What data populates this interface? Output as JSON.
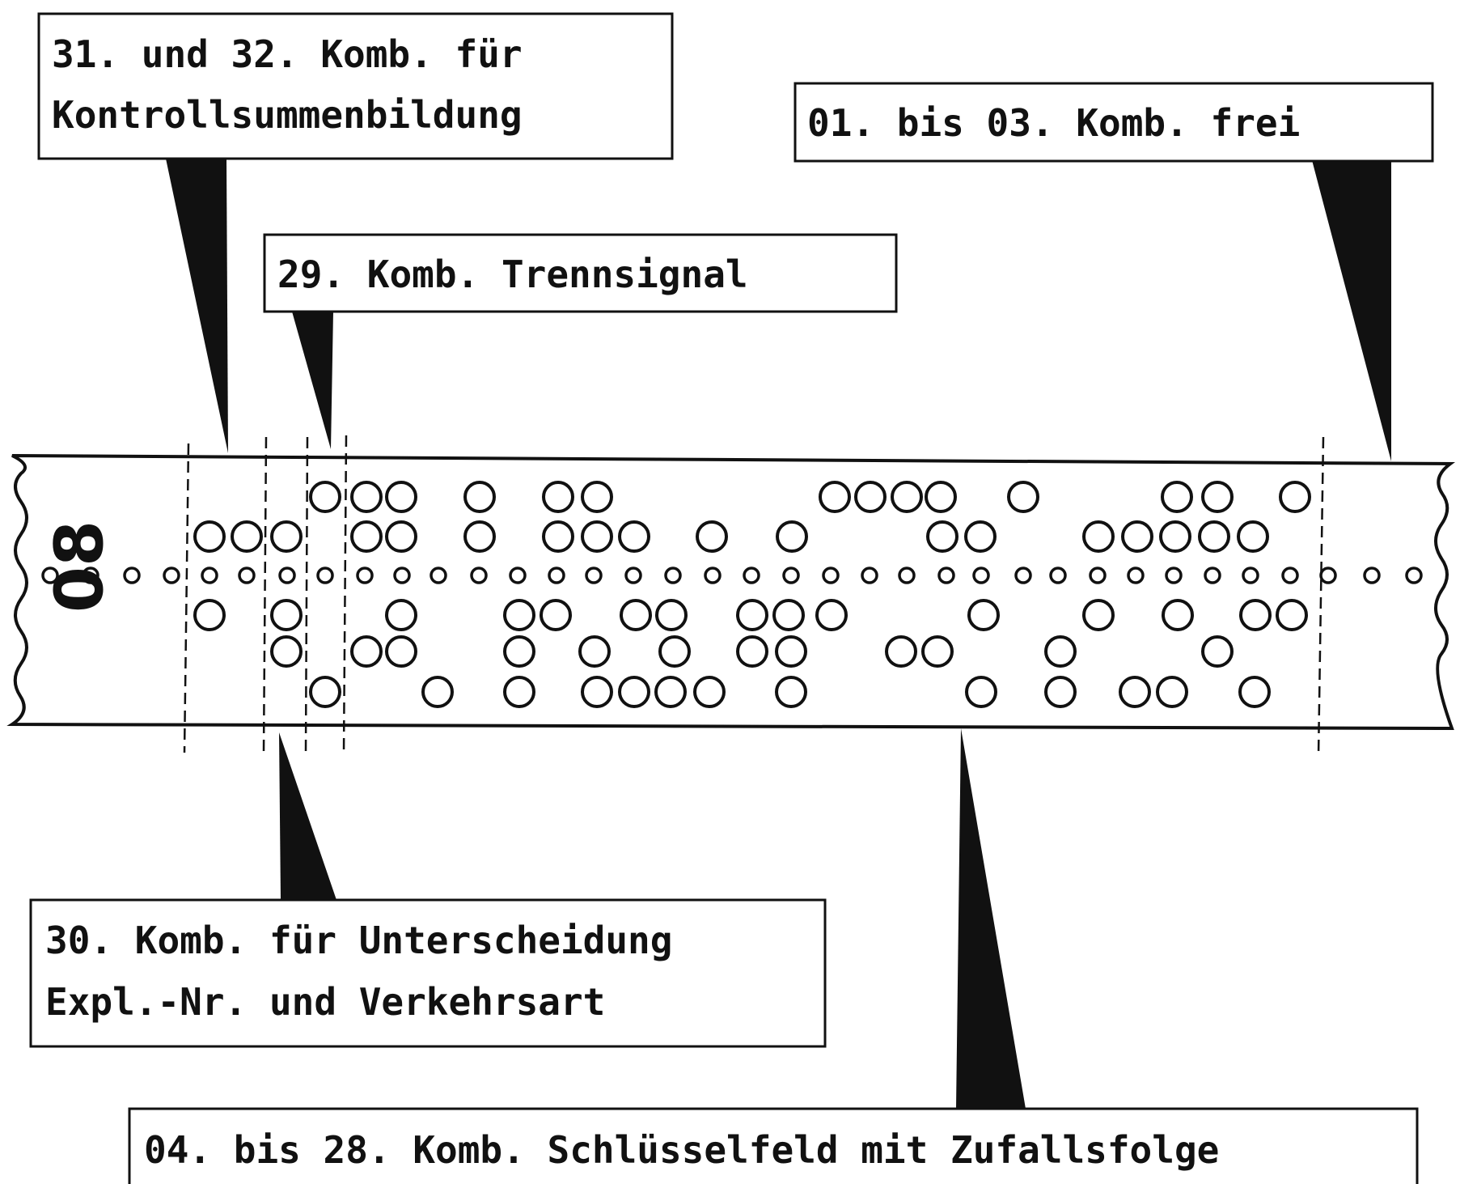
{
  "labels": {
    "checksum": {
      "line1": "31. und 32. Komb. für",
      "line2": "Kontrollsummenbildung"
    },
    "free": {
      "line1": "01. bis 03. Komb. frei"
    },
    "separator": {
      "line1": "29. Komb. Trennsignal"
    },
    "distinction": {
      "line1": "30. Komb. für Unterscheidung",
      "line2": "Expl.-Nr. und Verkehrsart"
    },
    "keyfield": {
      "line1": "04. bis 28. Komb. Schlüsselfeld mit Zufallsfolge"
    }
  },
  "tape": {
    "number_mark": "08"
  },
  "colors": {
    "ink": "#111111",
    "paper": "#ffffff"
  }
}
